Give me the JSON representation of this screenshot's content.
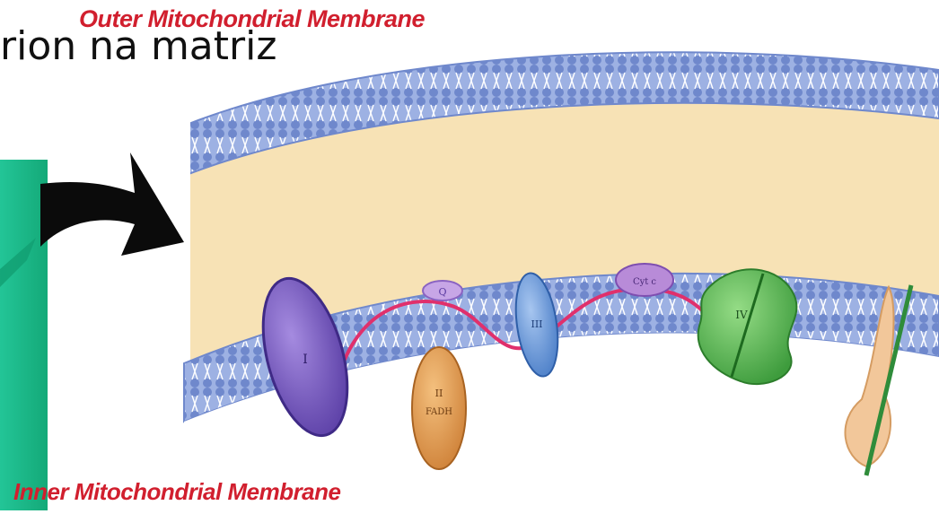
{
  "slide": {
    "caption": "rion na matriz"
  },
  "diagram": {
    "outer_membrane_label": "Outer Mitochondrial Membrane",
    "inner_membrane_label": "Inner Mitochondrial Membrane",
    "label_color": "#d11f2e",
    "complexes": {
      "complex_1": "I",
      "complex_2": "II",
      "complex_2_sub": "FADH",
      "coenzyme_q": "Q",
      "complex_3": "III",
      "cytochrome_c": "Cyt c",
      "complex_4": "IV"
    },
    "colors": {
      "membrane_blue": "#8ea4dc",
      "intermembrane_space": "#f7e2b5",
      "complex_1": "#7b5cc4",
      "complex_2": "#e6a054",
      "complex_3": "#6f9fdc",
      "complex_4": "#63bf5f",
      "electron_path": "#e0306c",
      "side_panel": "#1eb98a",
      "arrow": "#0b0b0b"
    }
  }
}
